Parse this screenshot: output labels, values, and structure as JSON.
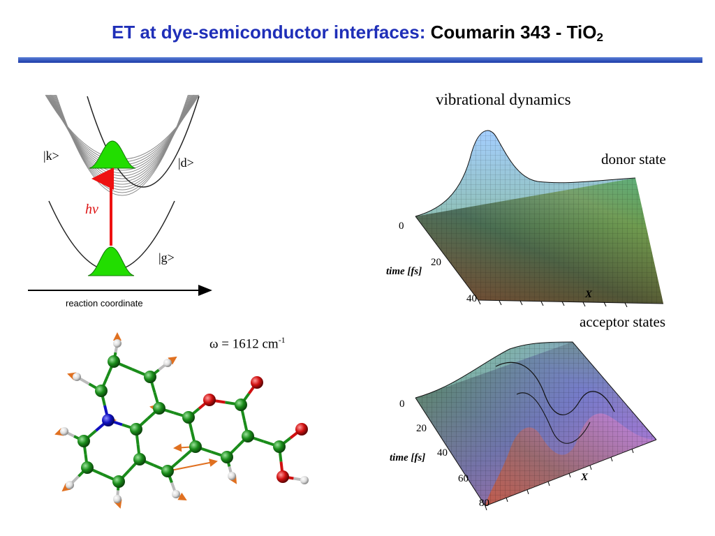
{
  "title": {
    "blue_part": "ET at dye-semiconductor interfaces:",
    "black_part": "Coumarin 343 - TiO",
    "subscript": "2"
  },
  "potential_diagram": {
    "state_k": "|k>",
    "state_d": "|d>",
    "state_g": "|g>",
    "excitation_label": "hν",
    "axis_label": "reaction coordinate",
    "colors": {
      "wavepacket": "#22dd00",
      "arrow": "#ee1111",
      "manifold": "#8a8a8a"
    }
  },
  "molecule": {
    "frequency_label": "ω = 1612 cm",
    "frequency_exponent": "-1",
    "colors": {
      "carbon": "#1a8c1a",
      "nitrogen": "#1010c0",
      "oxygen": "#d01010",
      "hydrogen": "#e0e0e0",
      "displacement": "#e07020"
    }
  },
  "plots": {
    "heading": "vibrational dynamics",
    "donor": {
      "label": "donor state",
      "ylabel": "time [fs]",
      "xlabel": "X",
      "ticks": [
        "0",
        "20",
        "40"
      ]
    },
    "acceptor": {
      "label": "acceptor states",
      "ylabel": "time [fs]",
      "xlabel": "X",
      "ticks": [
        "0",
        "20",
        "40",
        "60",
        "80"
      ]
    }
  }
}
